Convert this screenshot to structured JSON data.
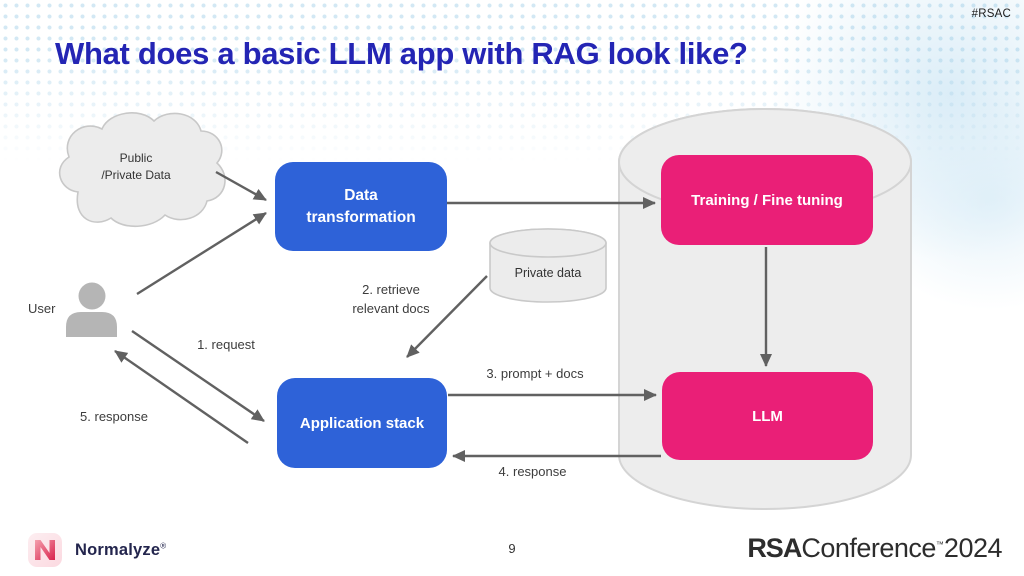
{
  "slide": {
    "hashtag": "#RSAC",
    "title": "What does a basic LLM app with RAG look like?",
    "page_number": "9"
  },
  "diagram": {
    "cloud": {
      "line1": "Public",
      "line2": "/Private Data"
    },
    "user_label": "User",
    "nodes": {
      "data_transformation": {
        "line1": "Data",
        "line2": "transformation",
        "color": "#2E62D8"
      },
      "training": {
        "label": "Training / Fine tuning",
        "color": "#EA1F77"
      },
      "llm": {
        "label": "LLM",
        "color": "#EA1F77"
      },
      "application_stack": {
        "label": "Application stack",
        "color": "#2E62D8"
      },
      "private_data": {
        "label": "Private data"
      }
    },
    "edge_labels": {
      "step1": "1. request",
      "step2_line1": "2. retrieve",
      "step2_line2": "relevant docs",
      "step3": "3. prompt + docs",
      "step4": "4. response",
      "step5": "5. response"
    }
  },
  "footer": {
    "brand": "Normalyze",
    "brand_reg": "®",
    "conference": {
      "rsa": "RSA",
      "name": "Conference",
      "tm": "™",
      "year": "2024"
    }
  },
  "colors": {
    "accent_blue": "#2E62D8",
    "accent_pink": "#EA1F77",
    "title_blue": "#2425B4",
    "arrow_gray": "#616161",
    "cylinder_gray": "#EDEDED"
  }
}
